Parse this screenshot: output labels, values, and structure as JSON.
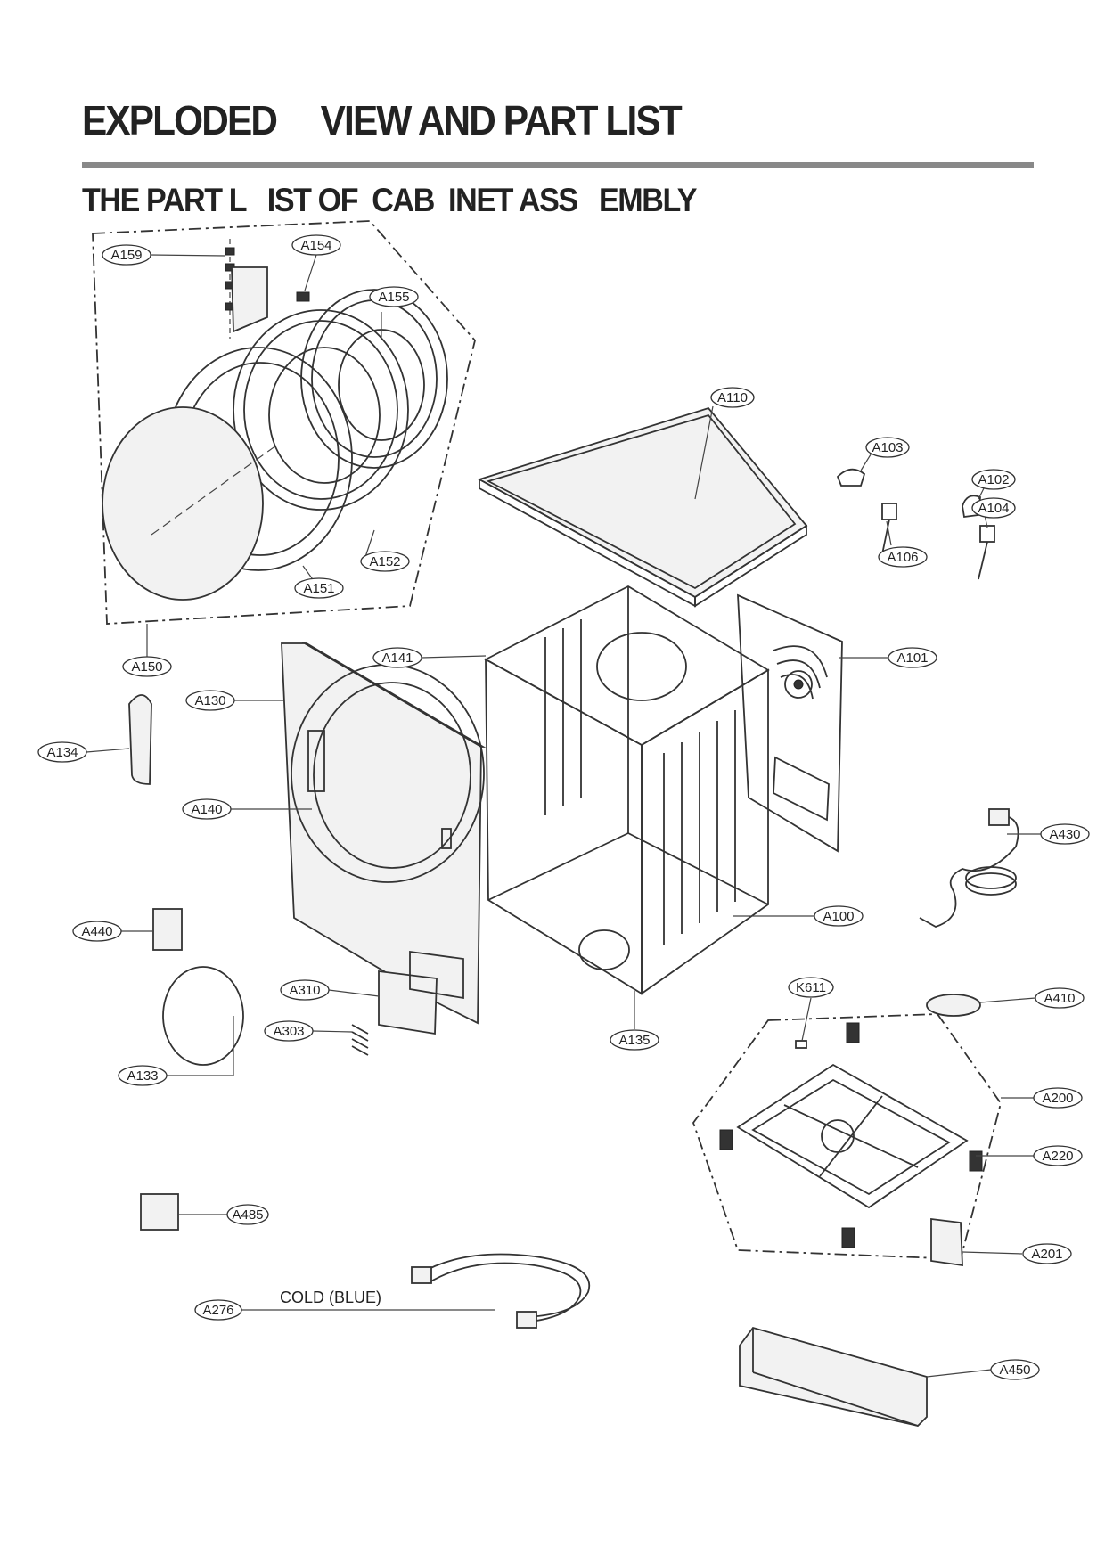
{
  "header": {
    "title": "EXPLODED     VIEW AND PART LIST",
    "subtitle": "THE PART L   IST OF  CAB  INET ASS   EMBLY"
  },
  "diagram": {
    "labels": [
      {
        "id": "A159",
        "text": "A159"
      },
      {
        "id": "A154",
        "text": "A154"
      },
      {
        "id": "A155",
        "text": "A155"
      },
      {
        "id": "A152",
        "text": "A152"
      },
      {
        "id": "A151",
        "text": "A151"
      },
      {
        "id": "A150",
        "text": "A150"
      },
      {
        "id": "A110",
        "text": "A110"
      },
      {
        "id": "A103",
        "text": "A103"
      },
      {
        "id": "A102",
        "text": "A102"
      },
      {
        "id": "A104",
        "text": "A104"
      },
      {
        "id": "A106",
        "text": "A106"
      },
      {
        "id": "A141",
        "text": "A141"
      },
      {
        "id": "A101",
        "text": "A101"
      },
      {
        "id": "A130",
        "text": "A130"
      },
      {
        "id": "A134",
        "text": "A134"
      },
      {
        "id": "A140",
        "text": "A140"
      },
      {
        "id": "A430",
        "text": "A430"
      },
      {
        "id": "A440",
        "text": "A440"
      },
      {
        "id": "A100",
        "text": "A100"
      },
      {
        "id": "A310",
        "text": "A310"
      },
      {
        "id": "K611",
        "text": "K611"
      },
      {
        "id": "A410",
        "text": "A410"
      },
      {
        "id": "A303",
        "text": "A303"
      },
      {
        "id": "A135",
        "text": "A135"
      },
      {
        "id": "A133",
        "text": "A133"
      },
      {
        "id": "A200",
        "text": "A200"
      },
      {
        "id": "A220",
        "text": "A220"
      },
      {
        "id": "A485",
        "text": "A485"
      },
      {
        "id": "A201",
        "text": "A201"
      },
      {
        "id": "A276",
        "text": "A276"
      },
      {
        "id": "A450",
        "text": "A450"
      }
    ],
    "notes": {
      "cold_hose": "COLD (BLUE)"
    }
  }
}
